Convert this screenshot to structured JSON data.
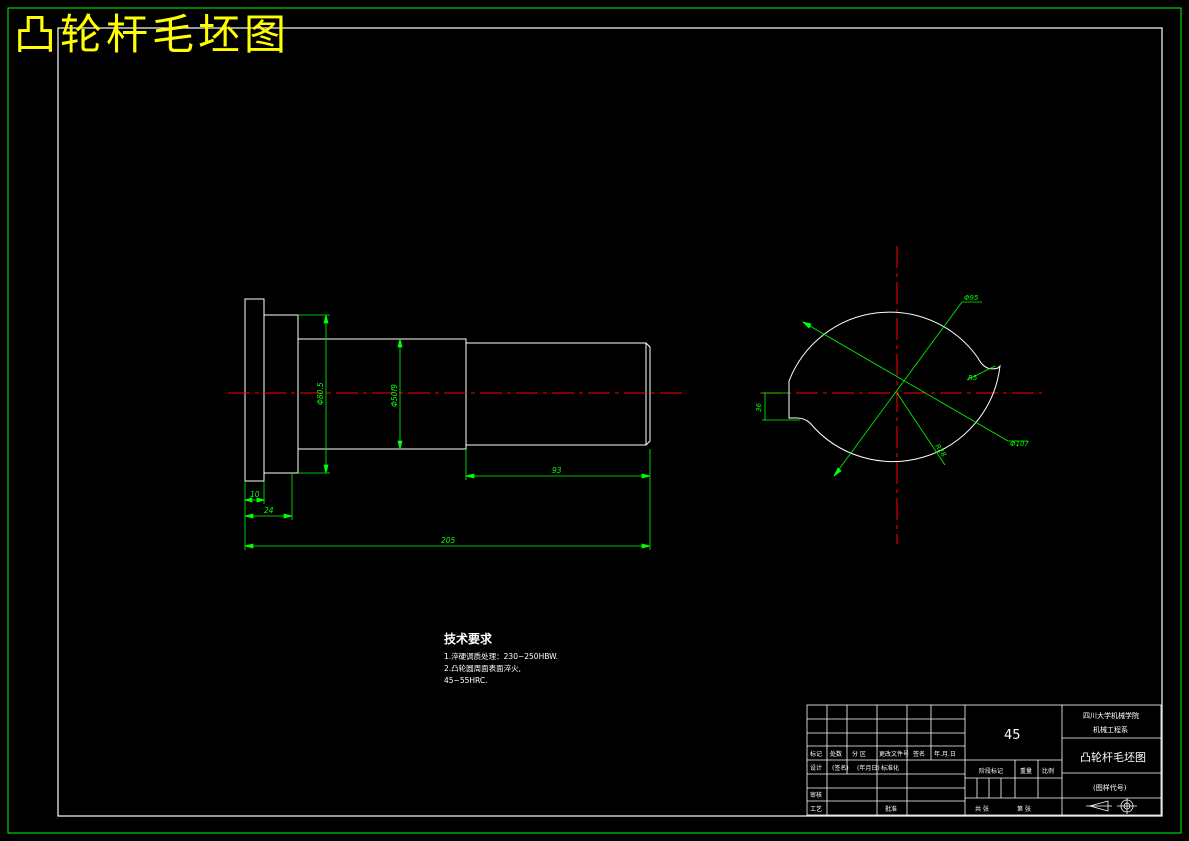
{
  "drawing_title": "凸轮杆毛坯图",
  "dimensions": {
    "d_flange": "Φ80.5",
    "d_shaft": "Φ50f9",
    "len_93": "93",
    "len_10": "10",
    "len_24": "24",
    "len_total": "205",
    "d95": "Φ95",
    "r5": "R5",
    "d107": "Φ107",
    "r28": "R28",
    "flat_36": "36"
  },
  "tech_requirements": {
    "heading": "技术要求",
    "lines": [
      "1.淬硬调质处理：230~250HBW.",
      "2.凸轮圆周面表面淬火,",
      "45~55HRC."
    ]
  },
  "title_block": {
    "material": "45",
    "school_line1": "四川大学机械学院",
    "school_line2": "机械工程系",
    "part_name": "凸轮杆毛坯图",
    "drawing_code": "(图样代号)",
    "row_labels": {
      "mark": "标记",
      "count": "处数",
      "zone": "分 区",
      "change_doc": "更改文件号",
      "signature": "签名",
      "date": "年.月.日",
      "design": "设计",
      "sign_paren": "(签名)",
      "date_paren": "(年月日)",
      "standardize": "标准化",
      "review": "审核",
      "craft": "工艺",
      "approve": "批准",
      "stage_mark": "阶段标记",
      "weight": "重量",
      "scale": "比例",
      "sheets_total": "共 张",
      "sheet_no": "第 张"
    }
  }
}
